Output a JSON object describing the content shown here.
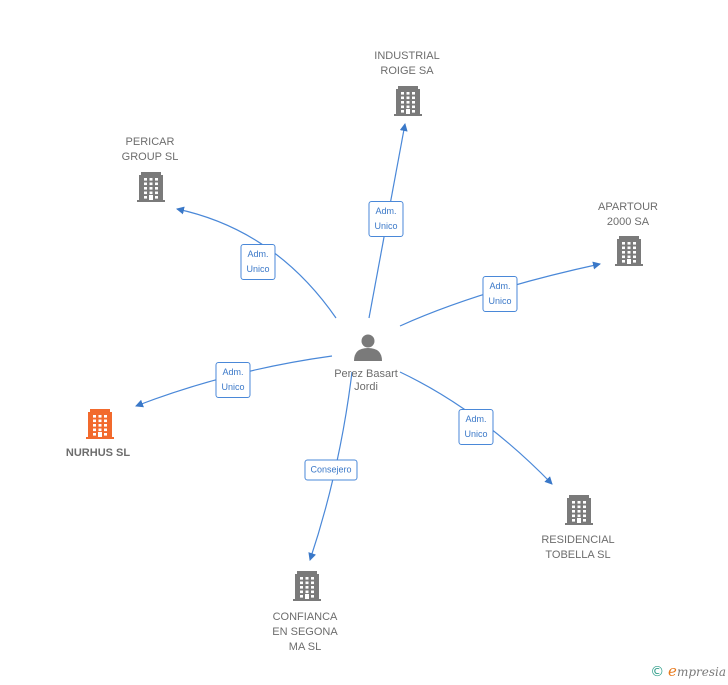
{
  "colors": {
    "edge": "#4a88d8",
    "building": "#7a7a7a",
    "building_highlight": "#f26a2d",
    "person": "#7a7a7a"
  },
  "center": {
    "name": "Perez Basart\nJordi",
    "icon": "person-icon"
  },
  "companies": [
    {
      "id": "industrial-roige-sa",
      "name": "INDUSTRIAL\nROIGE SA",
      "relation": "Adm.\nUnico",
      "highlight": false
    },
    {
      "id": "pericar-group-sl",
      "name": "PERICAR\nGROUP  SL",
      "relation": "Adm.\nUnico",
      "highlight": false
    },
    {
      "id": "apartour-2000-sa",
      "name": "APARTOUR\n2000 SA",
      "relation": "Adm.\nUnico",
      "highlight": false
    },
    {
      "id": "nurhus-sl",
      "name": "NURHUS  SL",
      "relation": "Adm.\nUnico",
      "highlight": true
    },
    {
      "id": "residencial-tobella-sl",
      "name": "RESIDENCIAL\nTOBELLA  SL",
      "relation": "Adm.\nUnico",
      "highlight": false
    },
    {
      "id": "confianca-en-segona-ma-sl",
      "name": "CONFIANCA\nEN SEGONA\nMA SL",
      "relation": "Consejero",
      "highlight": false
    }
  ],
  "footer": {
    "copyright": "©",
    "brand_initial": "e",
    "brand_rest": "mpresia"
  }
}
